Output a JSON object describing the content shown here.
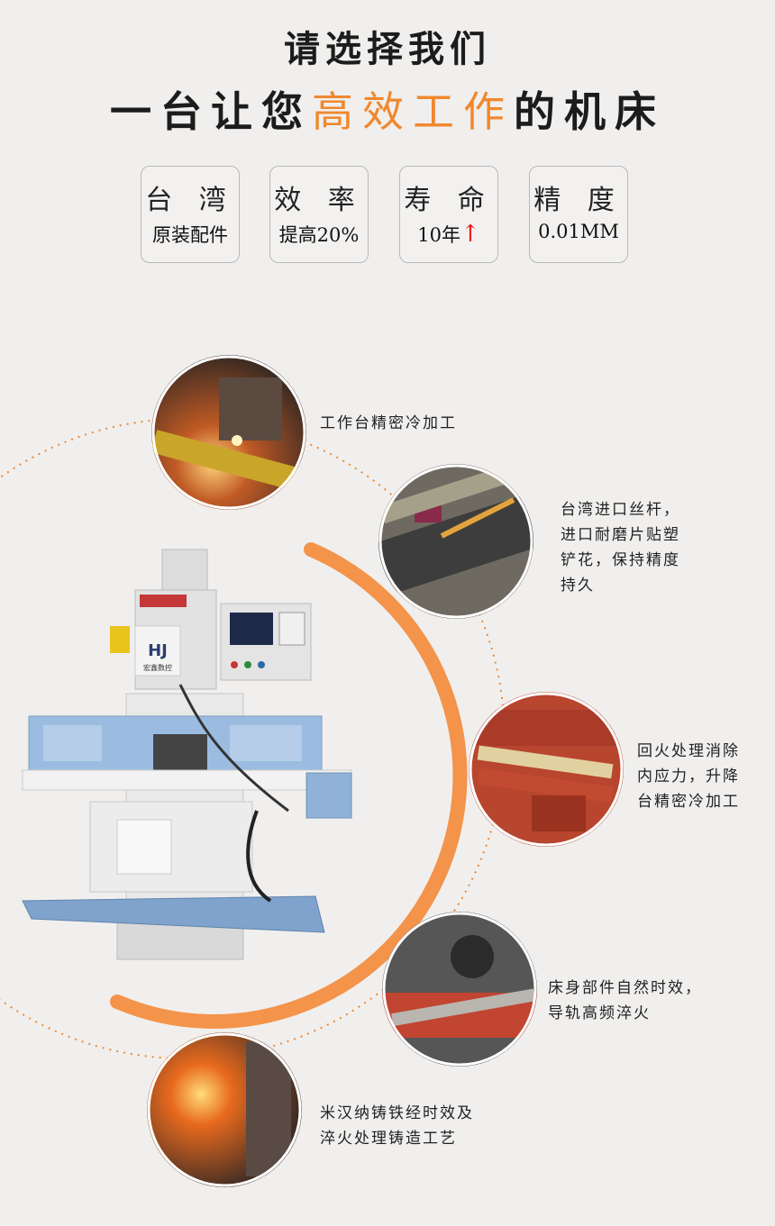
{
  "header": {
    "line1": "请选择我们",
    "line2_prefix": "一台让您",
    "line2_highlight": "高效工作",
    "line2_suffix": "的机床"
  },
  "features": [
    {
      "title": "台 湾",
      "sub": "原装配件"
    },
    {
      "title": "效 率",
      "sub": "提高20%"
    },
    {
      "title": "寿 命",
      "sub": "10年",
      "arrow": "↑"
    },
    {
      "title": "精 度",
      "sub": "0.01MM"
    }
  ],
  "annotations": [
    {
      "lines": [
        "工作台精密冷加工"
      ]
    },
    {
      "lines": [
        "台湾进口丝杆，",
        "进口耐磨片贴塑",
        "铲花，保持精度",
        "持久"
      ]
    },
    {
      "lines": [
        "回火处理消除",
        "内应力，升降",
        "台精密冷加工"
      ]
    },
    {
      "lines": [
        "床身部件自然时效，",
        "导轨高频淬火"
      ]
    },
    {
      "lines": [
        "米汉纳铸铁经时效及",
        "淬火处理铸造工艺"
      ]
    }
  ],
  "machine": {
    "logo_text": "宏鑫数控"
  },
  "colors": {
    "accent": "#f0882e",
    "dotted_line": "#f0882e",
    "machine_blue": "#8fb2d6"
  }
}
